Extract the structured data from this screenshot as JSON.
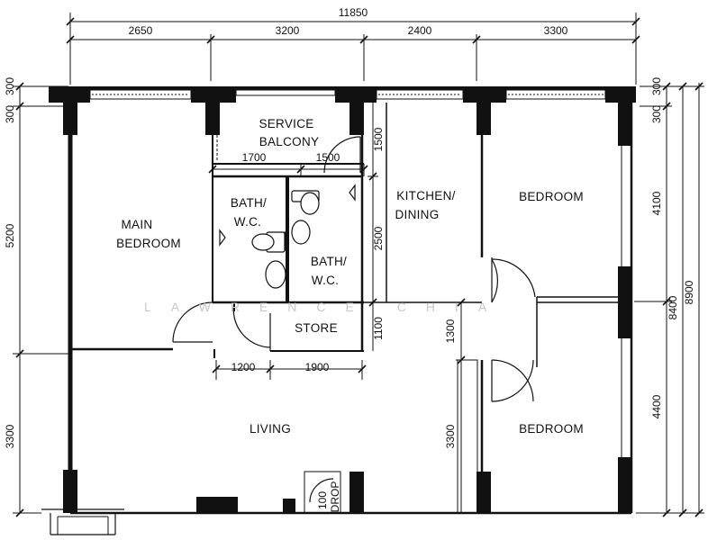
{
  "plan": {
    "overall_width": "11850",
    "top_dims": [
      "2650",
      "3200",
      "2400",
      "3300"
    ],
    "left_dims": [
      "300",
      "300",
      "5200",
      "3300"
    ],
    "right_dims": [
      "300",
      "300",
      "4100",
      "4400"
    ],
    "right_total_inner": "8400",
    "right_total_outer": "8900",
    "inner_dims": {
      "service_left": "1700",
      "service_right": "1500",
      "kitchen_a": "1500",
      "kitchen_b": "2500",
      "kitchen_c": "1100",
      "store_left": "1200",
      "store_right": "1900",
      "hall_a": "1300",
      "hall_b": "3300",
      "drop_a": "100",
      "drop_b": "DROP"
    },
    "rooms": {
      "service_1": "SERVICE",
      "service_2": "BALCONY",
      "kitchen_1": "KITCHEN/",
      "kitchen_2": "DINING",
      "main_1": "MAIN",
      "main_2": "BEDROOM",
      "bath1_1": "BATH/",
      "bath1_2": "W.C.",
      "bath2_1": "BATH/",
      "bath2_2": "W.C.",
      "store": "STORE",
      "living": "LIVING",
      "bedroom_top": "BEDROOM",
      "bedroom_bottom": "BEDROOM"
    },
    "watermark": "LAWRENCE CHIA"
  }
}
